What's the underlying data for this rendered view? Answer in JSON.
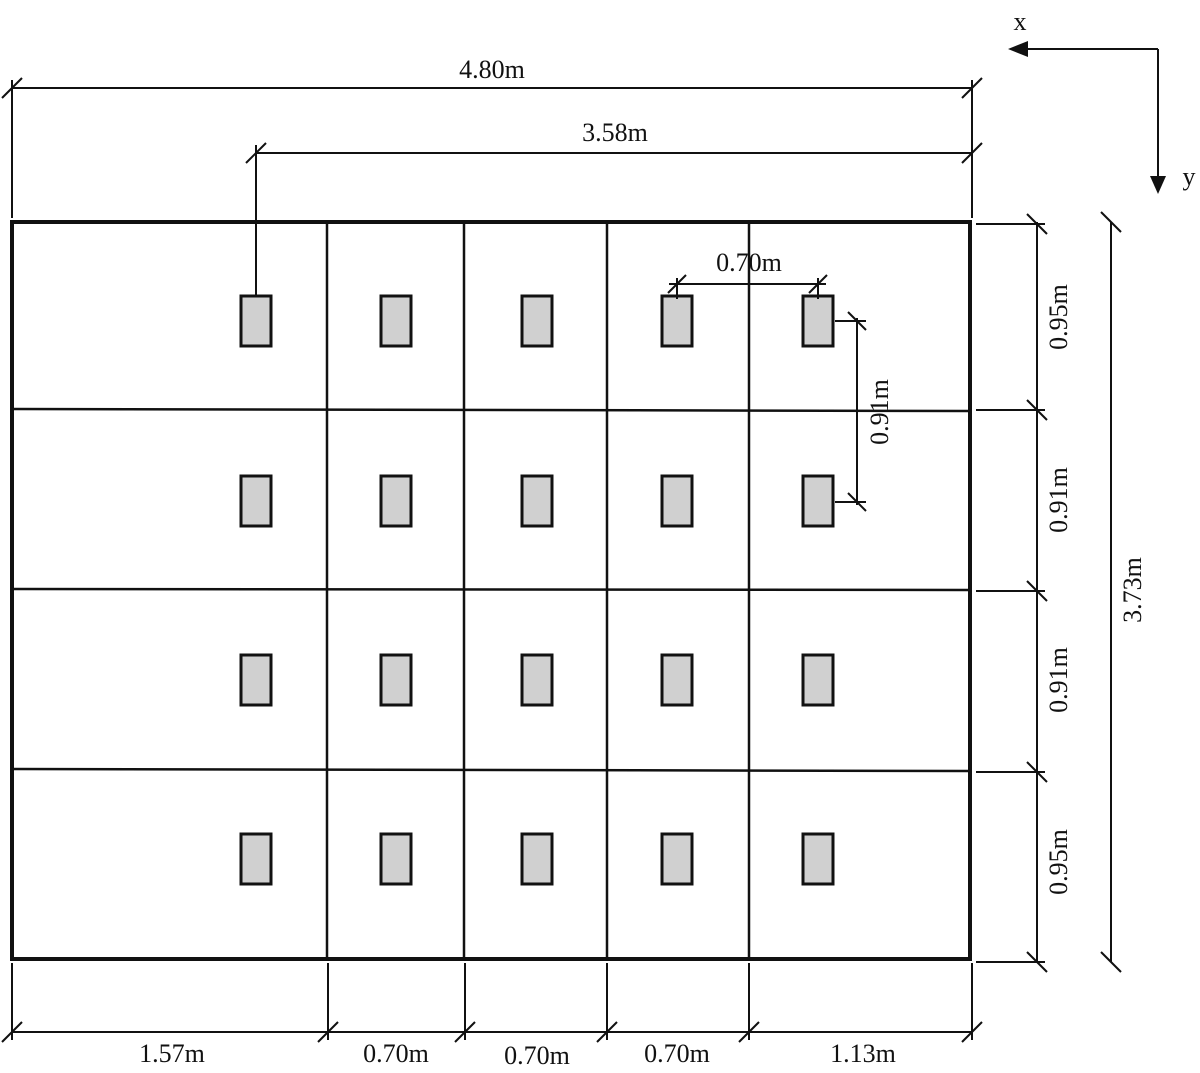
{
  "axes": {
    "x_label": "x",
    "y_label": "y"
  },
  "dimensions": {
    "overall_width": "4.80m",
    "offset_width": "3.58m",
    "column_spacing": "0.70m",
    "row_spacing": "0.91m",
    "overall_depth": "3.73m",
    "bottom": [
      "1.57m",
      "0.70m",
      "0.70m",
      "0.70m",
      "1.13m"
    ],
    "right": [
      "0.95m",
      "0.91m",
      "0.91m",
      "0.95m"
    ]
  },
  "grid": {
    "rows": 4,
    "cols": 5
  },
  "colors": {
    "line": "#111111",
    "column_fill": "#d0d0d0",
    "background": "#ffffff"
  }
}
